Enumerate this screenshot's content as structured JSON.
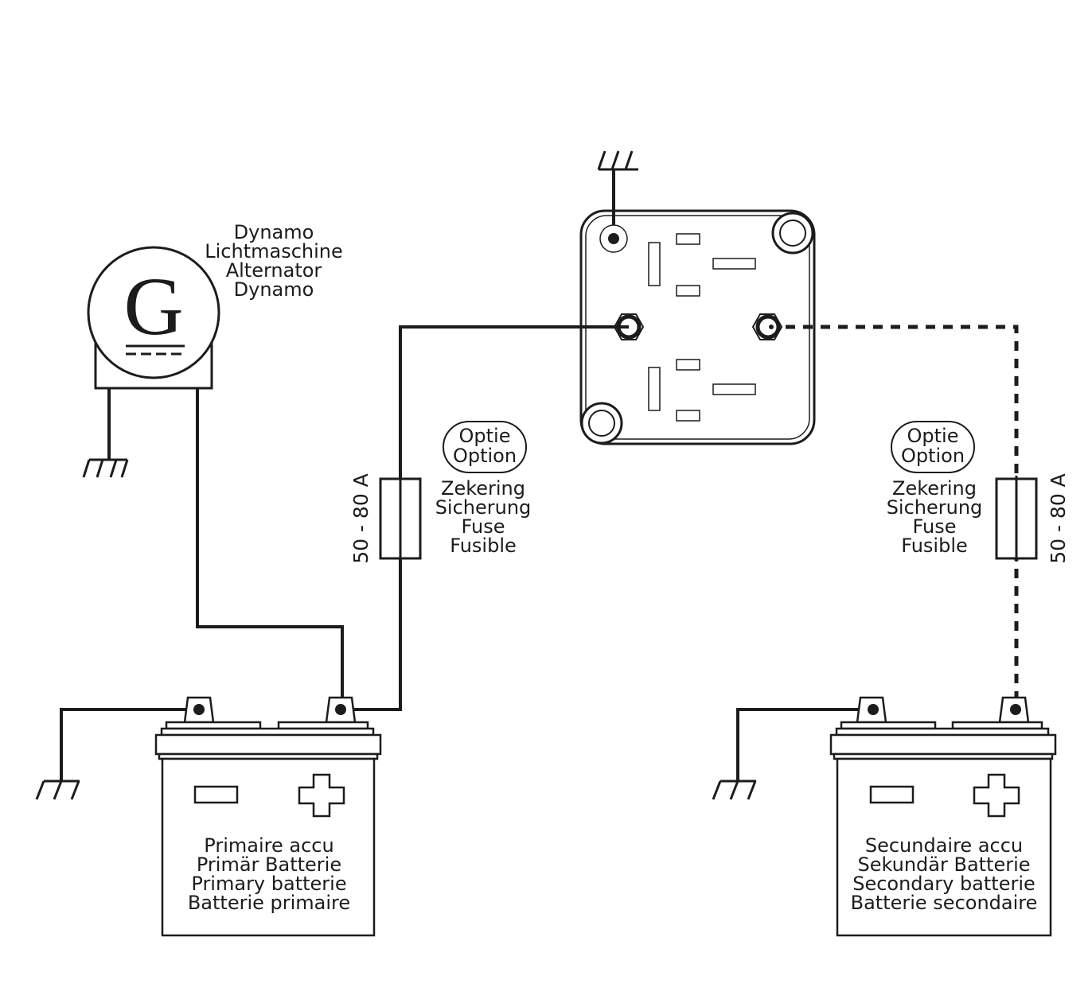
{
  "diagram": {
    "type": "wiring-diagram",
    "colors": {
      "line": "#1c1c1c",
      "background": "#ffffff"
    },
    "alternator": {
      "symbol": "G",
      "labels": [
        "Dynamo",
        "Lichtmaschine",
        "Alternator",
        "Dynamo"
      ]
    },
    "relay": {
      "name": "battery-isolator-relay"
    },
    "fuse_left": {
      "rating": "50 - 80 A",
      "option": [
        "Optie",
        "Option"
      ],
      "labels": [
        "Zekering",
        "Sicherung",
        "Fuse",
        "Fusible"
      ]
    },
    "fuse_right": {
      "rating": "50 - 80 A",
      "option": [
        "Optie",
        "Option"
      ],
      "labels": [
        "Zekering",
        "Sicherung",
        "Fuse",
        "Fusible"
      ]
    },
    "battery_primary": {
      "minus": "−",
      "plus": "+",
      "labels": [
        "Primaire accu",
        "Primär Batterie",
        "Primary batterie",
        "Batterie primaire"
      ]
    },
    "battery_secondary": {
      "minus": "−",
      "plus": "+",
      "labels": [
        "Secundaire accu",
        "Sekundär Batterie",
        "Secondary batterie",
        "Batterie secondaire"
      ]
    },
    "connections": [
      {
        "from": "alternator",
        "to": "battery_primary.plus",
        "style": "solid"
      },
      {
        "from": "battery_primary.plus",
        "to": "relay.left_terminal",
        "via": "fuse_left",
        "style": "solid"
      },
      {
        "from": "relay.right_terminal",
        "to": "battery_secondary.plus",
        "via": "fuse_right",
        "style": "dashed"
      },
      {
        "from": "relay.ground",
        "to": "ground",
        "style": "solid"
      },
      {
        "from": "alternator.ground",
        "to": "ground",
        "style": "solid"
      },
      {
        "from": "battery_primary.minus",
        "to": "ground",
        "style": "solid"
      },
      {
        "from": "battery_secondary.minus",
        "to": "ground",
        "style": "solid"
      }
    ]
  }
}
